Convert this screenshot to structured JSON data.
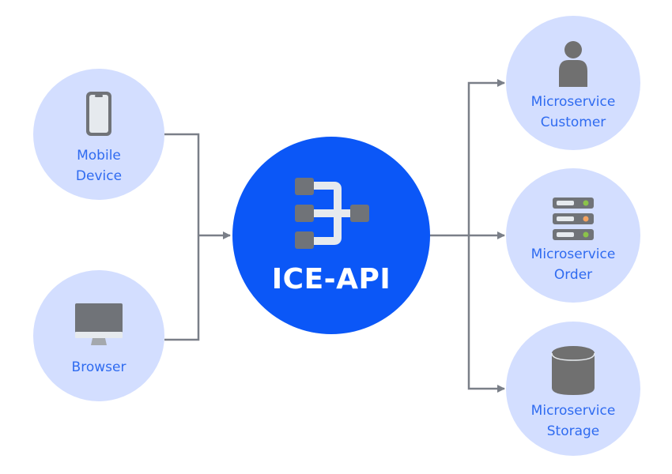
{
  "diagram": {
    "hub": {
      "title": "ICE-API",
      "icon": "api-gateway-icon"
    },
    "clients": [
      {
        "id": "mobile",
        "label_line1": "Mobile",
        "label_line2": "Device",
        "icon": "smartphone-icon"
      },
      {
        "id": "browser",
        "label_line1": "Browser",
        "label_line2": "",
        "icon": "desktop-monitor-icon"
      }
    ],
    "services": [
      {
        "id": "customer",
        "label_line1": "Microservice",
        "label_line2": "Customer",
        "icon": "user-icon"
      },
      {
        "id": "order",
        "label_line1": "Microservice",
        "label_line2": "Order",
        "icon": "server-rack-icon"
      },
      {
        "id": "storage",
        "label_line1": "Microservice",
        "label_line2": "Storage",
        "icon": "database-icon"
      }
    ],
    "edges": [
      {
        "from": "mobile",
        "to": "ICE-API"
      },
      {
        "from": "browser",
        "to": "ICE-API"
      },
      {
        "from": "ICE-API",
        "to": "customer"
      },
      {
        "from": "ICE-API",
        "to": "order"
      },
      {
        "from": "ICE-API",
        "to": "storage"
      }
    ],
    "colors": {
      "hub_fill": "#0b57f7",
      "node_fill": "#d3deff",
      "label_text": "#2f6bf0",
      "connector": "#7a7f88",
      "icon_gray": "#707070",
      "led_green": "#8bc34a",
      "led_orange": "#f4a261"
    }
  }
}
